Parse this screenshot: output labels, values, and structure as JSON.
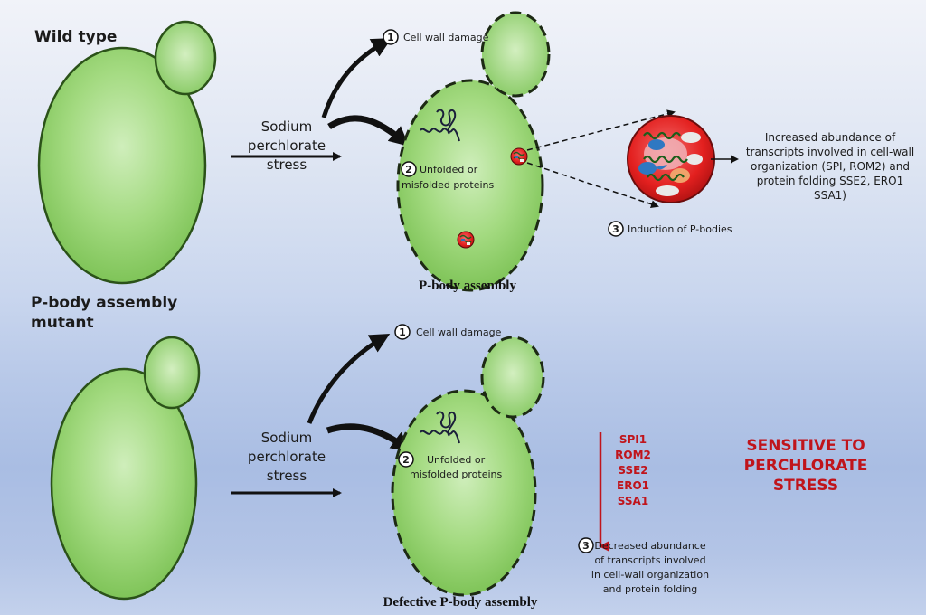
{
  "colors": {
    "cell_fill": "#8fd06a",
    "cell_light": "#cbeab4",
    "cell_edge": "#2e5a1c",
    "pbody_red": "#e21f1f",
    "accent_red": "#c0141b",
    "arrow": "#111111"
  },
  "top_panel": {
    "label": "Wild type",
    "stress_label": [
      "Sodium",
      "perchlorate",
      "stress"
    ],
    "step1": {
      "number": "1",
      "text": "Cell wall damage"
    },
    "step2": {
      "number": "2",
      "text": [
        "Unfolded or",
        "misfolded proteins"
      ]
    },
    "step3": {
      "number": "3",
      "text": "Induction of P-bodies"
    },
    "outcome": [
      "Increased abundance of",
      "transcripts involved in cell-wall",
      "organization (SPI, ROM2) and",
      "protein folding  SSE2, ERO1",
      "SSA1)"
    ],
    "caption": "P-body assembly"
  },
  "bottom_panel": {
    "label": [
      "P-body assembly",
      "mutant"
    ],
    "stress_label": [
      "Sodium",
      "perchlorate",
      "stress"
    ],
    "step1": {
      "number": "1",
      "text": "Cell wall damage"
    },
    "step2": {
      "number": "2",
      "text": [
        "Unfolded or",
        "misfolded proteins"
      ]
    },
    "genes": [
      "SPI1",
      "ROM2",
      "SSE2",
      "ERO1",
      "SSA1"
    ],
    "phenotype": [
      "SENSITIVE TO",
      "PERCHLORATE",
      "STRESS"
    ],
    "step3": {
      "number": "3",
      "text": [
        "Decreased abundance",
        "of transcripts involved",
        "in cell-wall organization",
        "and protein folding"
      ]
    },
    "caption": "Defective P-body assembly"
  },
  "icons": {
    "yeast_cell": "yeast-cell",
    "stressed_cell": "stressed-yeast-cell",
    "unfolded_protein": "squiggle",
    "p_body": "red-granule",
    "arrow": "arrow"
  }
}
